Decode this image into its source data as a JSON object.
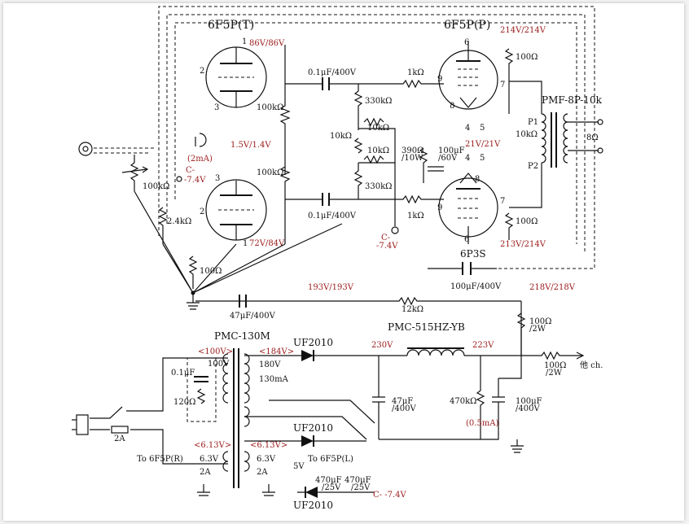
{
  "tubes": {
    "t1_name": "6F5P(T)",
    "t2_name": "6F5P(P)",
    "t3_name": "6P3S",
    "pin1": "1",
    "pin2": "2",
    "pin3": "3",
    "pin4": "4",
    "pin5": "5",
    "pin6": "6",
    "pin7": "7",
    "pin8": "8",
    "pin9": "9"
  },
  "voltages": {
    "t1_plate": "86V/86V",
    "t1_cathode": "1.5V/1.4V",
    "t1_current": "(2mA)",
    "t4_plate": "72V/84V",
    "p_plate_top": "214V/214V",
    "p_plate_bot": "213V/214V",
    "screen": "21V/21V",
    "b_plus_1": "193V/193V",
    "b_plus_2": "218V/218V",
    "neg_bias_1": "-7.4V",
    "neg_bias_2": "-7.4V",
    "neg_bias_3": "C- -7.4V",
    "v_100": "<100V>",
    "v_184": "<184V>",
    "v_613a": "<6.13V>",
    "v_613b": "<6.13V>",
    "v_230": "230V",
    "v_223": "223V",
    "current_05": "(0.5mA)"
  },
  "components": {
    "c_couple_1": "0.1μF/400V",
    "c_couple_2": "0.1μF/400V",
    "r_1k_a": "1kΩ",
    "r_1k_b": "1kΩ",
    "r_330k_a": "330kΩ",
    "r_330k_b": "330kΩ",
    "r_10k_a": "10kΩ",
    "r_10k_b": "10kΩ",
    "r_10k_c": "10kΩ",
    "r_10k_d": "10kΩ",
    "r_100k_a": "100kΩ",
    "r_100k_b": "100kΩ",
    "r_100k_vol": "100kΩ",
    "r_24k": "2.4kΩ",
    "r_100_a": "100Ω",
    "r_100_b": "100Ω",
    "r_100_c": "100Ω",
    "r_390": "390Ω",
    "r_390_w": "/10W",
    "c_100_60": "100μF",
    "c_100_60_v": "/60V",
    "c_100_400": "100μF/400V",
    "c_47_400": "47μF/400V",
    "r_12k": "12kΩ",
    "r_100_2w": "100Ω",
    "r_100_2w_w": "/2W",
    "r_100_2w_b": "100Ω",
    "r_100_2w_bw": "/2W",
    "c_47_400b": "47μF",
    "c_47_400b_v": "/400V",
    "r_470k": "470kΩ",
    "c_100_400b": "100μF",
    "c_100_400b_v": "/400V",
    "c_01": "0.1μF",
    "r_120": "120Ω",
    "c_470_25a": "470μF",
    "c_470_25a_v": "/25V",
    "c_470_25b": "470μF",
    "c_470_25b_v": "/25V",
    "output_tf": "PMF-8P-10k",
    "p1": "P1",
    "p2": "P2",
    "ohm8": "8Ω",
    "power_tf": "PMC-130M",
    "choke": "PMC-515HZ-YB",
    "diode_1": "UF2010",
    "diode_2": "UF2010",
    "diode_3": "UF2010",
    "v180": "180V",
    "ma130": "130mA",
    "v100": "100V",
    "v63a": "6.3V",
    "v63b": "6.3V",
    "a2a": "2A",
    "a2b": "2A",
    "a2c": "2A",
    "v5": "5V",
    "heater_r": "To 6F5P(R)",
    "heater_l": "To 6F5P(L)",
    "other_ch": "他 ch.",
    "c_minus": "C-",
    "c_minus_b": "C-"
  }
}
